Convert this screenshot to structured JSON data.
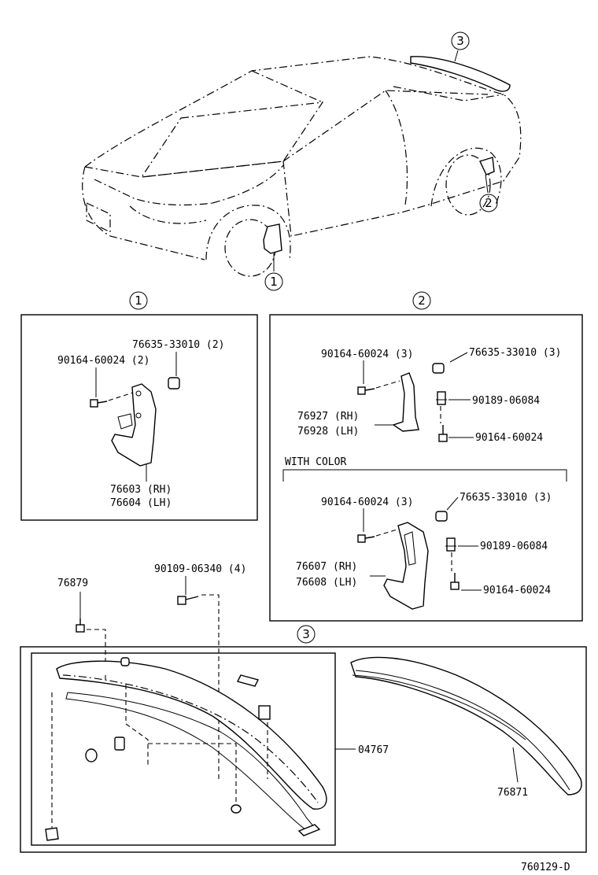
{
  "callouts": {
    "one": "1",
    "two": "2",
    "three": "3"
  },
  "section1": {
    "clip_part": "76635-33010 (2)",
    "screw_part": "90164-60024 (2)",
    "flap_rh": "76603 (RH)",
    "flap_lh": "76604 (LH)"
  },
  "section2": {
    "screw_part": "90164-60024 (3)",
    "clip_part": "76635-33010 (3)",
    "nut_part": "90189-06084",
    "bracket_rh": "76927 (RH)",
    "bracket_lh": "76928 (LH)",
    "screw_part_b": "90164-60024",
    "with_color": "WITH COLOR",
    "wc_screw_part": "90164-60024 (3)",
    "wc_clip_part": "76635-33010 (3)",
    "wc_flap_rh": "76607 (RH)",
    "wc_flap_lh": "76608 (LH)",
    "wc_nut_part": "90189-06084",
    "wc_screw_part_b": "90164-60024"
  },
  "section3": {
    "stud_part": "76879",
    "bolt_part": "90109-06340 (4)",
    "spoiler_assy": "04767",
    "spoiler_part": "76871"
  },
  "figure_id": "760129-D"
}
